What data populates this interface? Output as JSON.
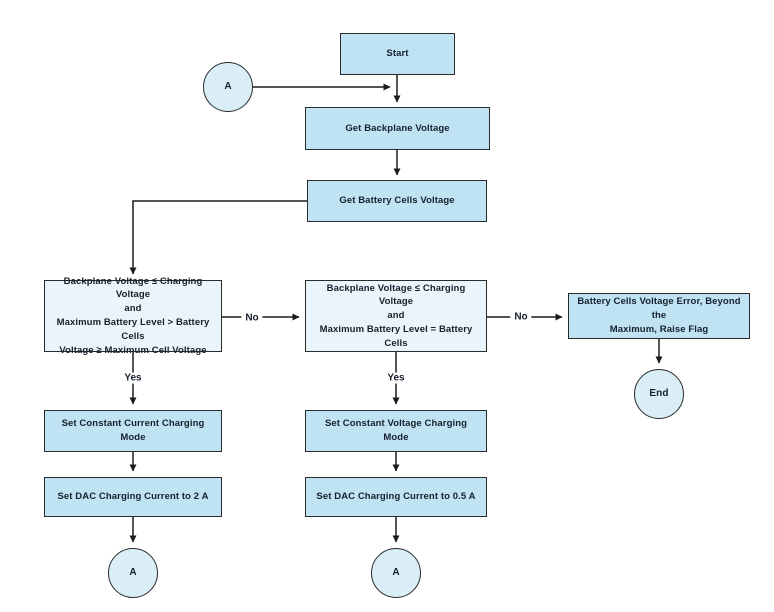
{
  "flowchart": {
    "nodes": {
      "start": {
        "label": "Start"
      },
      "connector_a_entry": {
        "label": "A"
      },
      "get_backplane_voltage": {
        "label": "Get Backplane Voltage"
      },
      "get_battery_cells_voltage": {
        "label": "Get Battery Cells Voltage"
      },
      "condition_constant_current": {
        "label": "Backplane Voltage ≤ Charging Voltage\nand\nMaximum Battery Level > Battery Cells\nVoltage ≥ Maximum Cell Voltage"
      },
      "condition_constant_voltage": {
        "label": "Backplane Voltage ≤ Charging Voltage\nand\nMaximum Battery Level = Battery Cells"
      },
      "error_flag": {
        "label": "Battery Cells Voltage Error, Beyond the\nMaximum, Raise Flag"
      },
      "end": {
        "label": "End"
      },
      "set_constant_current_mode": {
        "label": "Set Constant Current Charging Mode"
      },
      "set_dac_current_2a": {
        "label": "Set DAC Charging Current to 2 A"
      },
      "set_constant_voltage_mode": {
        "label": "Set Constant Voltage Charging Mode"
      },
      "set_dac_current_05a": {
        "label": "Set DAC Charging Current to 0.5 A"
      },
      "connector_a_bottom_left": {
        "label": "A"
      },
      "connector_a_bottom_middle": {
        "label": "A"
      }
    },
    "edge_labels": {
      "no_1": "No",
      "no_2": "No",
      "yes_1": "Yes",
      "yes_2": "Yes"
    },
    "colors": {
      "process_fill": "#bfe3f3",
      "decision_fill": "#eaf5fb",
      "connector_fill": "#daeef8",
      "border": "#2b2b2b",
      "text": "#16202c",
      "line": "#1c1c1c"
    }
  }
}
